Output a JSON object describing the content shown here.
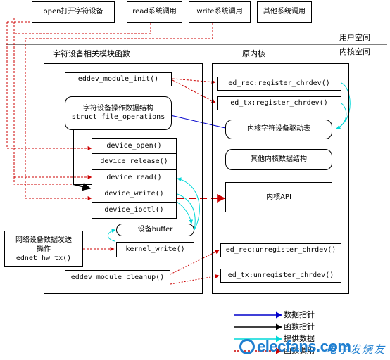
{
  "user_space": {
    "open_label": "open打开字符设备",
    "read_label": "read系统调用",
    "write_label": "write系统调用",
    "other_label": "其他系统调用",
    "area_label": "用户空间"
  },
  "kernel_space": {
    "area_label": "内核空间",
    "module_title": "字符设备相关模块函数",
    "kernel_title": "原内核"
  },
  "module": {
    "init": "eddev_module_init()",
    "fops_line1": "字符设备操作数据结构",
    "fops_line2": "struct file_operations",
    "device_open": "device_open()",
    "device_release": "device_release()",
    "device_read": "device_read()",
    "device_write": "device_write()",
    "device_ioctl": "device_ioctl()",
    "buffer": "设备buffer",
    "kernel_write": "kernel_write()",
    "cleanup": "eddev_module_cleanup()"
  },
  "network": {
    "line1": "网络设备数据发送",
    "line2": "操作",
    "line3": "ednet_hw_tx()"
  },
  "kernel": {
    "ed_rec_register": "ed_rec:register_chrdev()",
    "ed_tx_register": "ed_tx:register_chrdev()",
    "driver_table": "内核字符设备驱动表",
    "other_structs": "其他内核数据结构",
    "kernel_api": "内核API",
    "ed_rec_unregister": "ed_rec:unregister_chrdev()",
    "ed_tx_unregister": "ed_tx:unregister_chrdev()"
  },
  "legend": [
    {
      "label": "数据指针",
      "color": "#0000cc"
    },
    {
      "label": "函数指针",
      "color": "#000000"
    },
    {
      "label": "提供数据",
      "color": "#00e0e0"
    },
    {
      "label": "函数调用",
      "color": "#cc0000"
    }
  ],
  "watermark": {
    "text": "elecfans.com",
    "cn": "电子发烧友"
  }
}
